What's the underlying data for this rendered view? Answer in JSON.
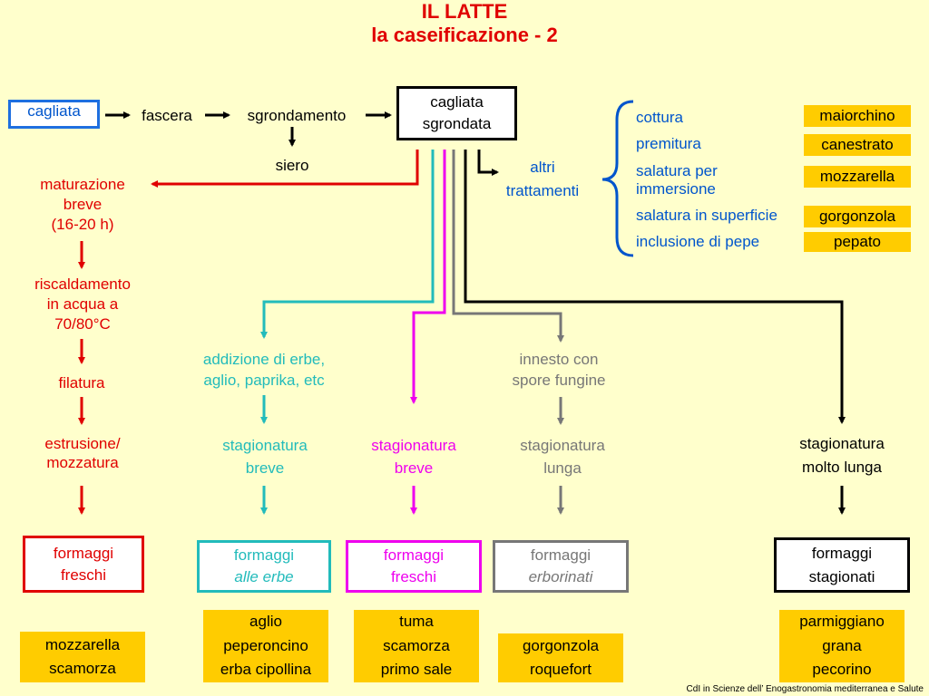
{
  "title": "IL LATTE",
  "subtitle": "la caseificazione - 2",
  "top_flow": {
    "start": "cagliata",
    "step1": "fascera",
    "step2": "sgrondamento",
    "byproduct": "siero",
    "result_line1": "cagliata",
    "result_line2": "sgrondata"
  },
  "altri": {
    "line1": "altri",
    "line2": "trattamenti"
  },
  "treatments": [
    {
      "label": "cottura",
      "cheese": "maiorchino"
    },
    {
      "label": "premitura",
      "cheese": "canestrato"
    },
    {
      "label": "salatura per\nimmersione",
      "cheese": "mozzarella"
    },
    {
      "label": "salatura in superficie",
      "cheese": "gorgonzola"
    },
    {
      "label": "inclusione di pepe",
      "cheese": "pepato"
    }
  ],
  "branch_red": {
    "step1": "maturazione\nbreve\n(16-20 h)",
    "step2": "riscaldamento\nin acqua a\n70/80°C",
    "step3": "filatura",
    "step4": "estrusione/\nmozzatura",
    "result": "formaggi\nfreschi",
    "examples": "mozzarella\nscamorza"
  },
  "branch_cyan": {
    "step1": "addizione di erbe,\naglio, paprika, etc",
    "step2": "stagionatura\nbreve",
    "result_line1": "formaggi",
    "result_line2": "alle erbe",
    "examples": "aglio\npeperoncino\nerba cipollina"
  },
  "branch_magenta": {
    "step1": "stagionatura\nbreve",
    "result": "formaggi\nfreschi",
    "examples": "tuma\nscamorza\nprimo sale"
  },
  "branch_grey": {
    "step1": "innesto con\nspore fungine",
    "step2": "stagionatura\nlunga",
    "result_line1": "formaggi",
    "result_line2": "erborinati",
    "examples": "gorgonzola\nroquefort"
  },
  "branch_black": {
    "step1": "stagionatura\nmolto lunga",
    "result": "formaggi\nstagionati",
    "examples": "parmiggiano\ngrana\npecorino"
  },
  "footer": "CdI in Scienze dell’ Enogastronomia mediterranea e Salute",
  "colors": {
    "background": "#FFFFCC",
    "red": "#E00000",
    "blue": "#0055CC",
    "cyan": "#22BBBB",
    "magenta": "#EE00EE",
    "grey": "#777777",
    "yellow": "#FFCC00"
  }
}
